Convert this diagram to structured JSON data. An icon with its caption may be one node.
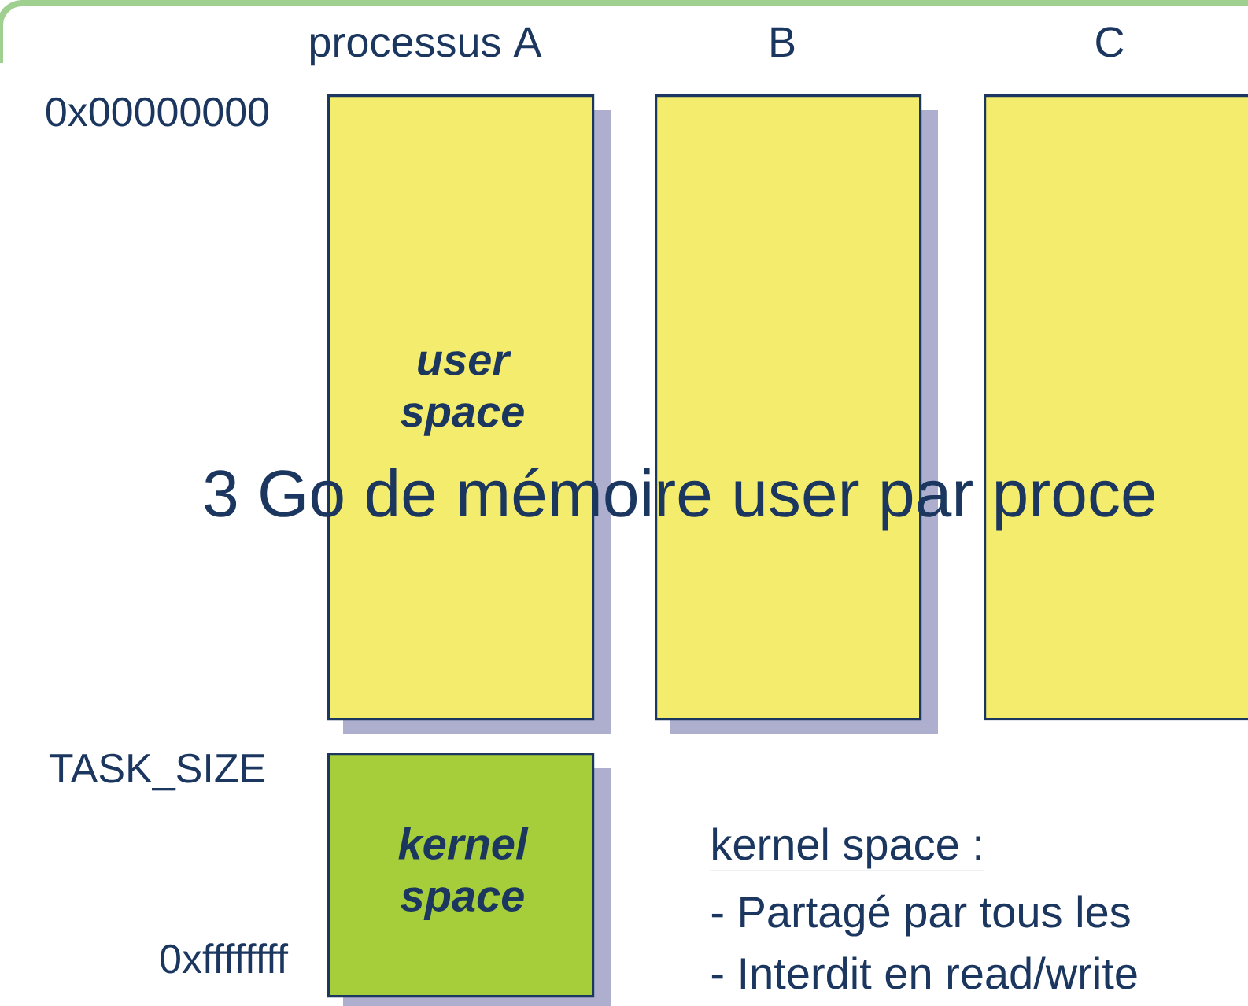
{
  "diagram": {
    "nodes": [
      {
        "text": [
          "processus A",
          "user space"
        ]
      },
      {
        "text": [
          "B"
        ]
      },
      {
        "text": [
          "C"
        ]
      },
      {
        "text": [
          "kernel space"
        ]
      }
    ],
    "labels": [
      "0x00000000",
      "TASK_SIZE",
      "0xffffffff",
      "3 Go de mémoire user par proce",
      "kernel space :",
      "- Partagé par tous les",
      "- Interdit en read/write"
    ]
  }
}
